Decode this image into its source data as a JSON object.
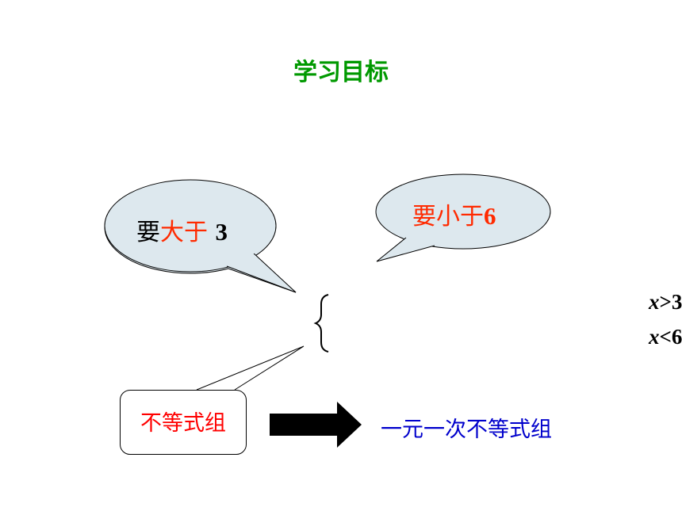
{
  "title": "学习目标",
  "bubble_left": {
    "prefix": "要",
    "highlight": "大于 ",
    "number": "3"
  },
  "bubble_right": {
    "text": "要小于",
    "number": "6"
  },
  "system": {
    "line1": {
      "var": "x",
      "rel": ">",
      "num": "3 ;"
    },
    "line2": {
      "var": "x",
      "rel": "<",
      "num": "6 ."
    }
  },
  "callout": {
    "label": "不等式组"
  },
  "result": {
    "label": "一元一次不等式组"
  },
  "colors": {
    "title": "#009900",
    "bubble_fill": "#dde8ee",
    "highlight": "#ff2a00",
    "callout_text": "#ff0000",
    "result_text": "#0000cc",
    "arrow": "#000000"
  },
  "icons": {
    "arrow": "right-arrow-icon",
    "brace": "left-brace-icon"
  }
}
